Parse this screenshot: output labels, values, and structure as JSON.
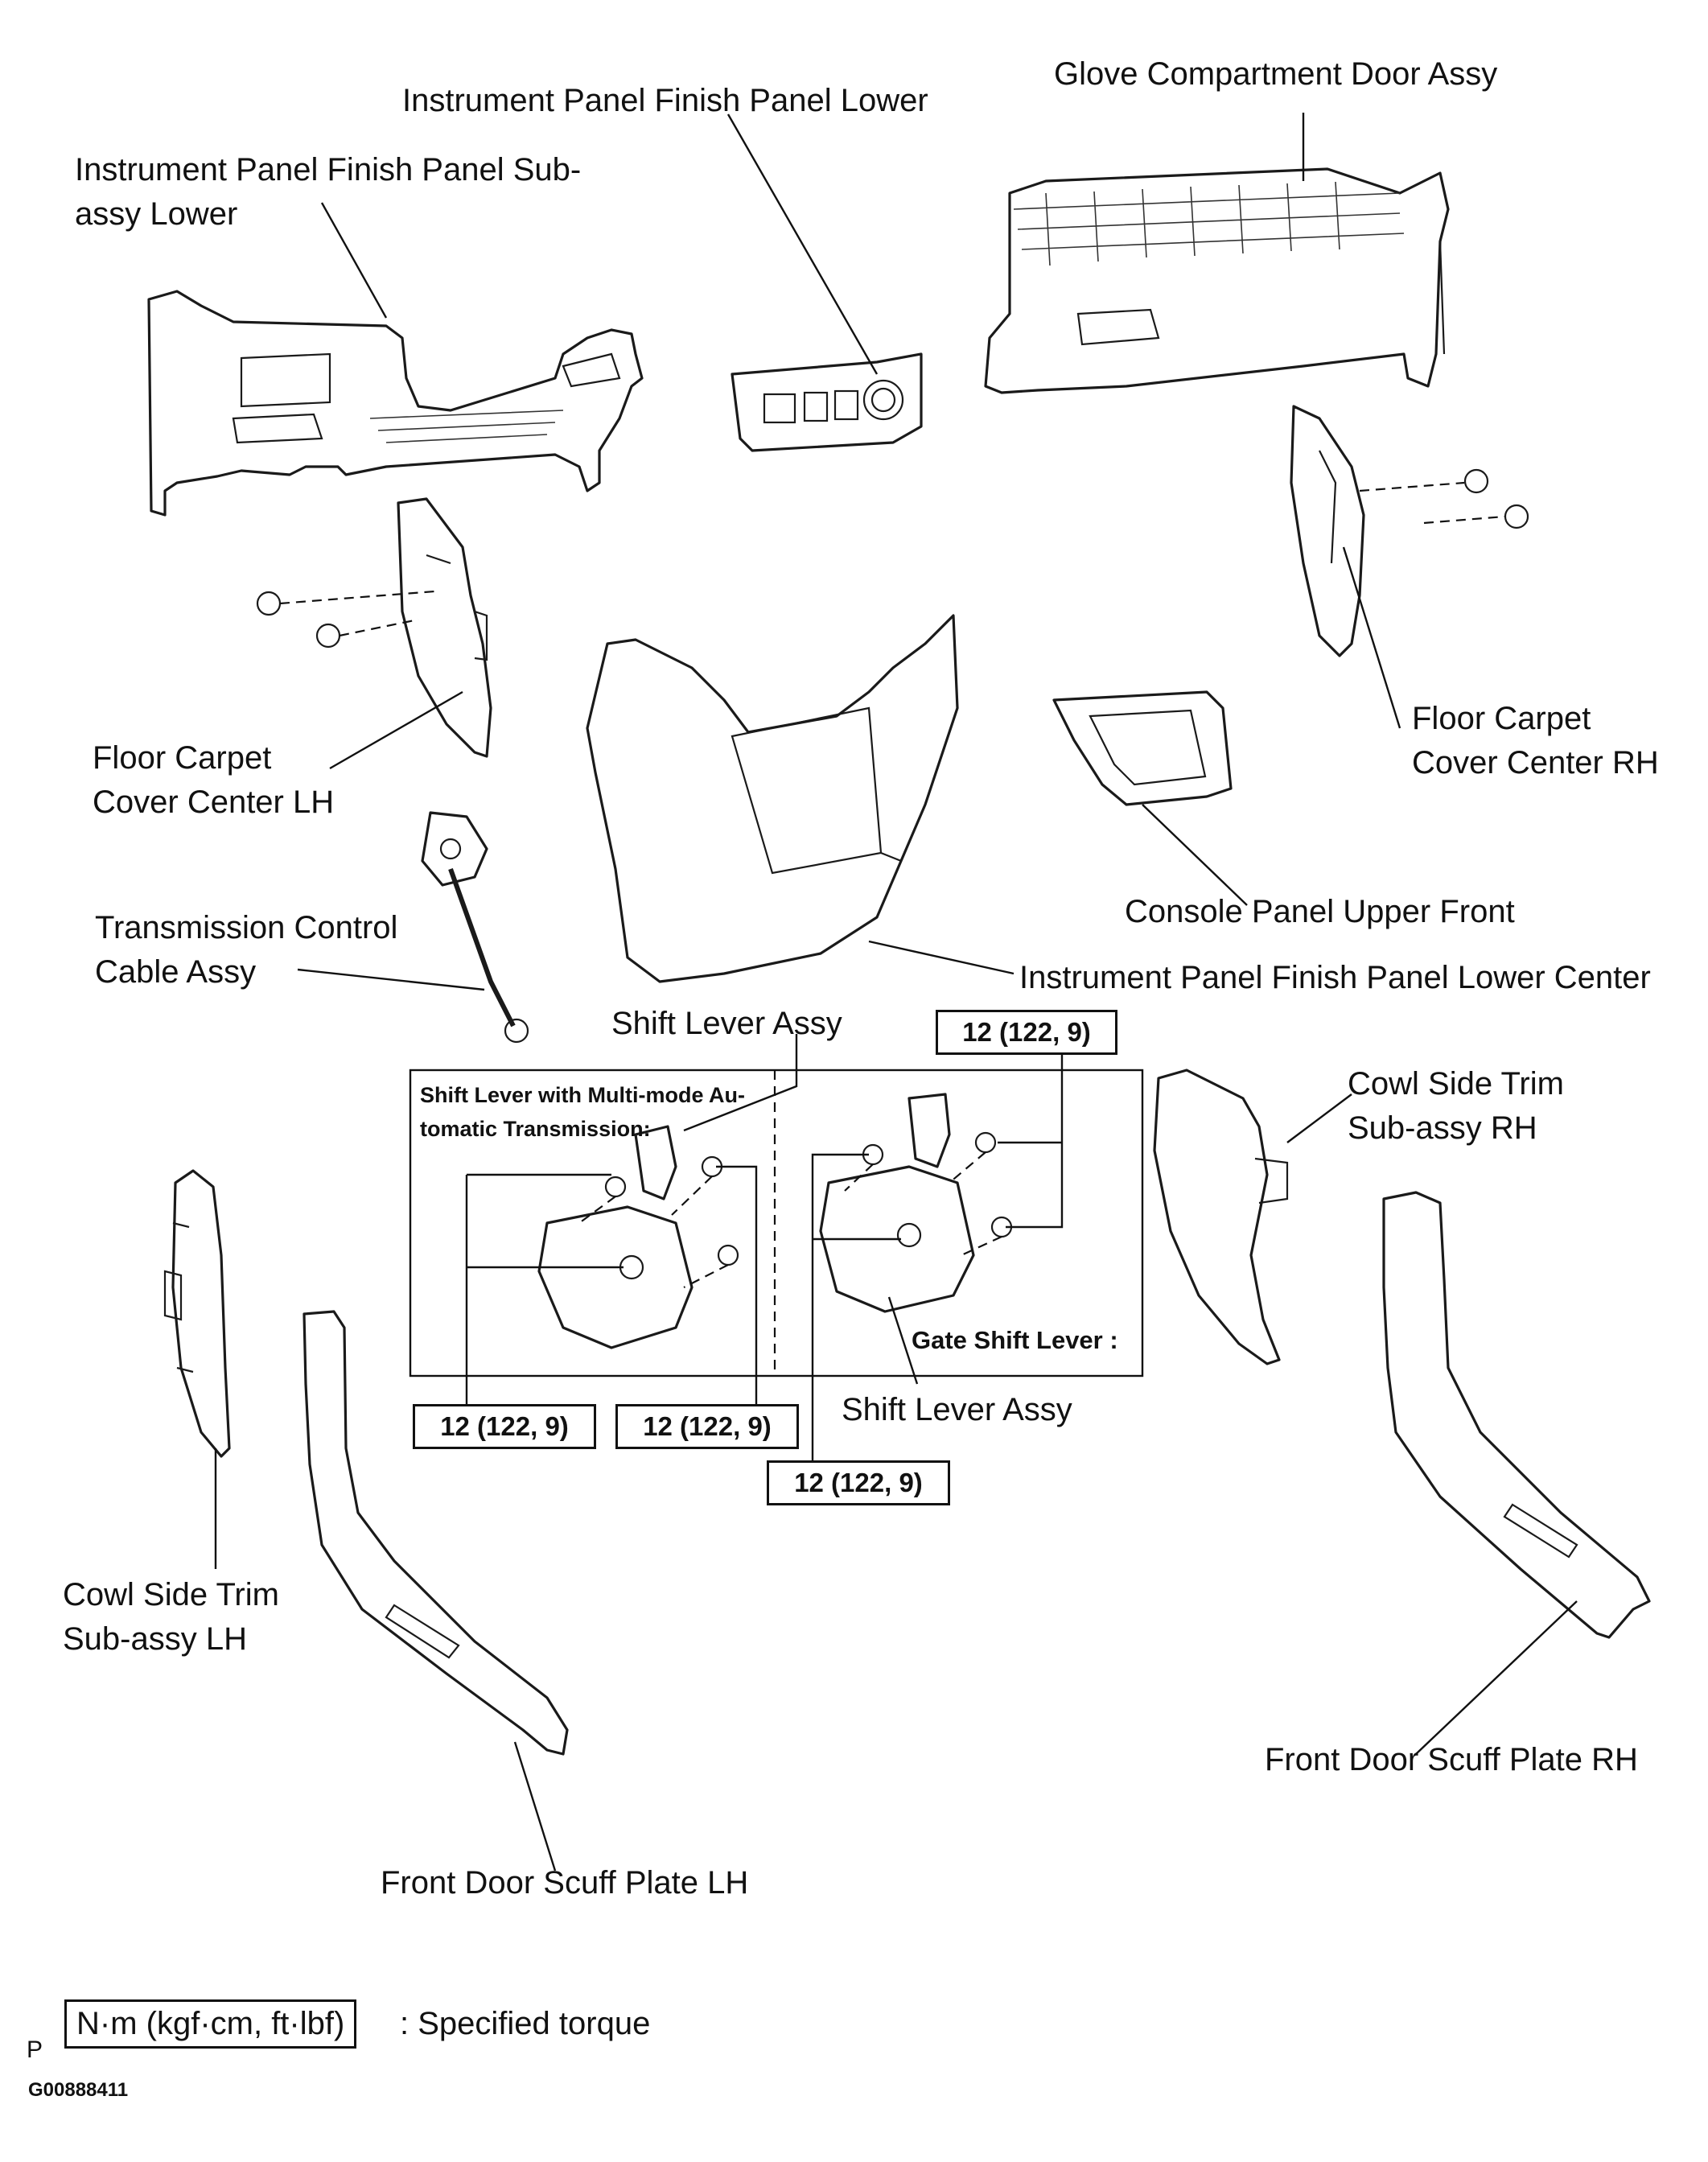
{
  "labels": {
    "glove_compartment": "Glove Compartment Door Assy",
    "ip_finish_lower": "Instrument Panel Finish Panel Lower",
    "ip_finish_sub_lower": "Instrument Panel Finish Panel Sub-\nassy Lower",
    "floor_carpet_lh": "Floor Carpet\nCover Center LH",
    "floor_carpet_rh": "Floor Carpet\nCover Center RH",
    "console_panel": "Console Panel Upper Front",
    "ip_finish_lower_center": "Instrument Panel Finish Panel Lower Center",
    "transmission_cable": "Transmission Control\nCable Assy",
    "shift_lever_top": "Shift Lever Assy",
    "shift_lever_bottom": "Shift Lever Assy",
    "cowl_rh": "Cowl Side Trim\nSub-assy RH",
    "cowl_lh": "Cowl Side Trim\nSub-assy LH",
    "scuff_rh": "Front Door Scuff Plate RH",
    "scuff_lh": "Front Door Scuff Plate LH"
  },
  "subview": {
    "multimode_title": "Shift Lever with Multi-mode Au-\ntomatic Transmission:",
    "gate_title": "Gate Shift Lever :"
  },
  "torque_values": [
    "12 (122, 9)",
    "12 (122, 9)",
    "12 (122, 9)",
    "12 (122, 9)"
  ],
  "legend": {
    "unit_box": "N·m (kgf·cm, ft·lbf)",
    "description": ": Specified torque"
  },
  "footer": {
    "marker": "P",
    "figure_code": "G00888411"
  }
}
